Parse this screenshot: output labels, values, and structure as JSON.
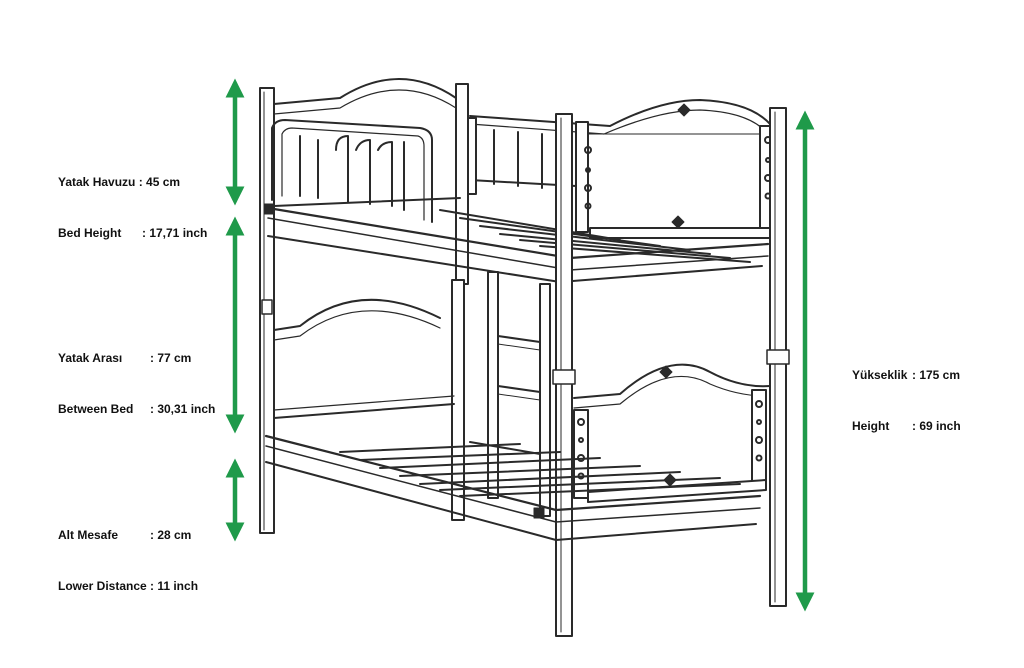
{
  "colors": {
    "arrow": "#1f9a4a",
    "line": "#2a2a2a",
    "background": "#ffffff"
  },
  "dimensions": {
    "bed_height": {
      "line1_label": "Yatak Havuzu",
      "line1_value": ": 45 cm",
      "line2_label": "Bed Height",
      "line2_value": ": 17,71 inch"
    },
    "between_bed": {
      "line1_label": "Yatak Arası",
      "line1_value": ": 77 cm",
      "line2_label": "Between Bed",
      "line2_value": ": 30,31 inch"
    },
    "lower_distance": {
      "line1_label": "Alt Mesafe",
      "line1_value": ": 28 cm",
      "line2_label": "Lower Distance",
      "line2_value": ": 11 inch"
    },
    "total_height": {
      "line1_label": "Yükseklik",
      "line1_value": ": 175 cm",
      "line2_label": "Height",
      "line2_value": ": 69 inch"
    }
  }
}
